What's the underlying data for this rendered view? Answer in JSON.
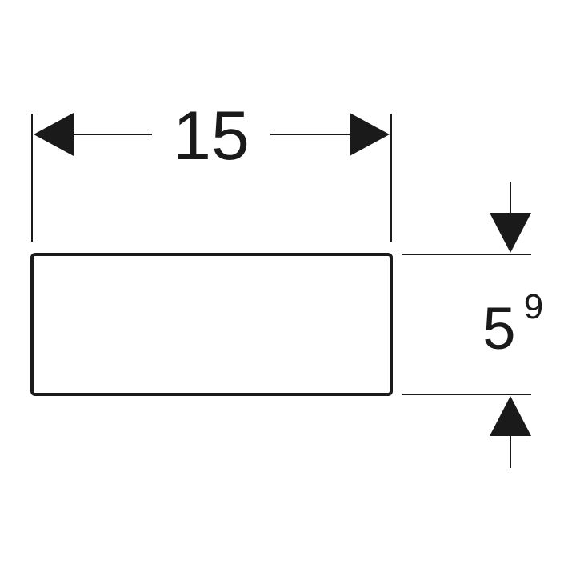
{
  "diagram": {
    "width_dimension": {
      "value": "15"
    },
    "height_dimension": {
      "value": "5",
      "superscript": "9"
    },
    "colors": {
      "line": "#1a1a1a",
      "background": "#ffffff"
    }
  }
}
